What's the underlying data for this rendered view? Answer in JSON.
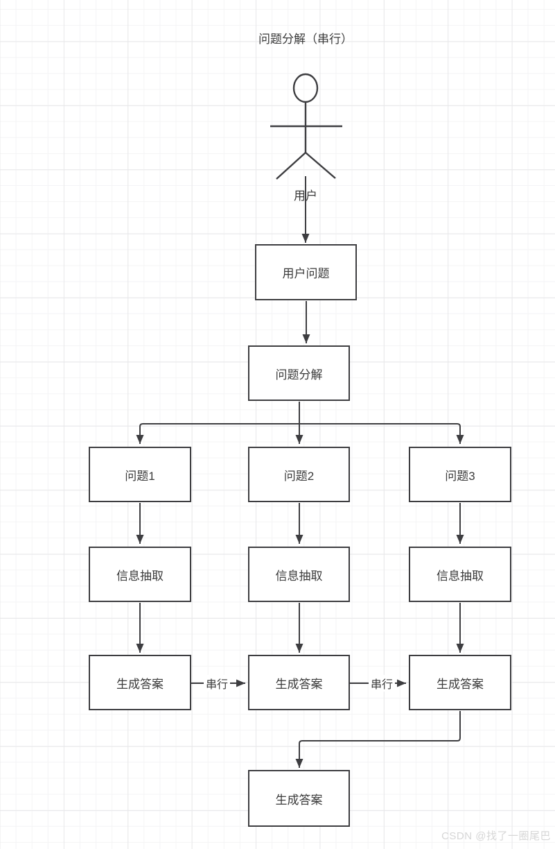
{
  "title": "问题分解（串行）",
  "actor": {
    "label": "用户"
  },
  "nodes": [
    {
      "id": "user-question",
      "label": "用户问题"
    },
    {
      "id": "problem-decompose",
      "label": "问题分解"
    },
    {
      "id": "question-1",
      "label": "问题1"
    },
    {
      "id": "question-2",
      "label": "问题2"
    },
    {
      "id": "question-3",
      "label": "问题3"
    },
    {
      "id": "extract-1",
      "label": "信息抽取"
    },
    {
      "id": "extract-2",
      "label": "信息抽取"
    },
    {
      "id": "extract-3",
      "label": "信息抽取"
    },
    {
      "id": "answer-1",
      "label": "生成答案"
    },
    {
      "id": "answer-2",
      "label": "生成答案"
    },
    {
      "id": "answer-3",
      "label": "生成答案"
    },
    {
      "id": "answer-final",
      "label": "生成答案"
    }
  ],
  "edge_labels": [
    {
      "id": "serial-1",
      "label": "串行"
    },
    {
      "id": "serial-2",
      "label": "串行"
    }
  ],
  "watermark": "CSDN @找了一圈尾巴",
  "colors": {
    "stroke": "#3d3d40",
    "text": "#3a3a3a",
    "node_fill": "#ffffff",
    "grid_minor": "#f4f4f5",
    "grid_major": "#e8e8ea",
    "watermark": "#d6d6d6"
  }
}
